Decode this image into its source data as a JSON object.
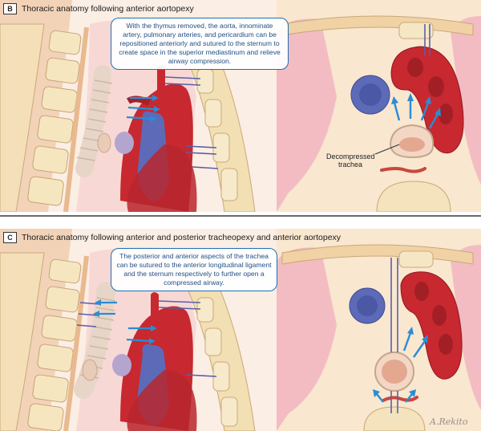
{
  "panel_b": {
    "letter": "B",
    "title": "Thoracic anatomy following anterior aortopexy",
    "callout": "With the thymus removed, the aorta, innominate artery, pulmonary arteries, and pericardium can be repositioned anteriorly and sutured to the sternum to create space in the superior mediastinum and relieve airway compression.",
    "label_line1": "Decompressed",
    "label_line2": "trachea"
  },
  "panel_c": {
    "letter": "C",
    "title": "Thoracic anatomy following anterior and posterior tracheopexy and anterior aortopexy",
    "callout": "The posterior and anterior aspects of the trachea can be sutured to the anterior longitudinal ligament and the sternum respectively to further open a compressed airway.",
    "signature": "A.Rekito"
  },
  "colors": {
    "aorta_red": "#c8282f",
    "vein_blue": "#5d6ab8",
    "arrow_blue": "#2a8cd6",
    "lung_pink": "#f3bcc3",
    "bone_cream": "#f5e6c2",
    "callout_border": "#1f6fb3"
  }
}
